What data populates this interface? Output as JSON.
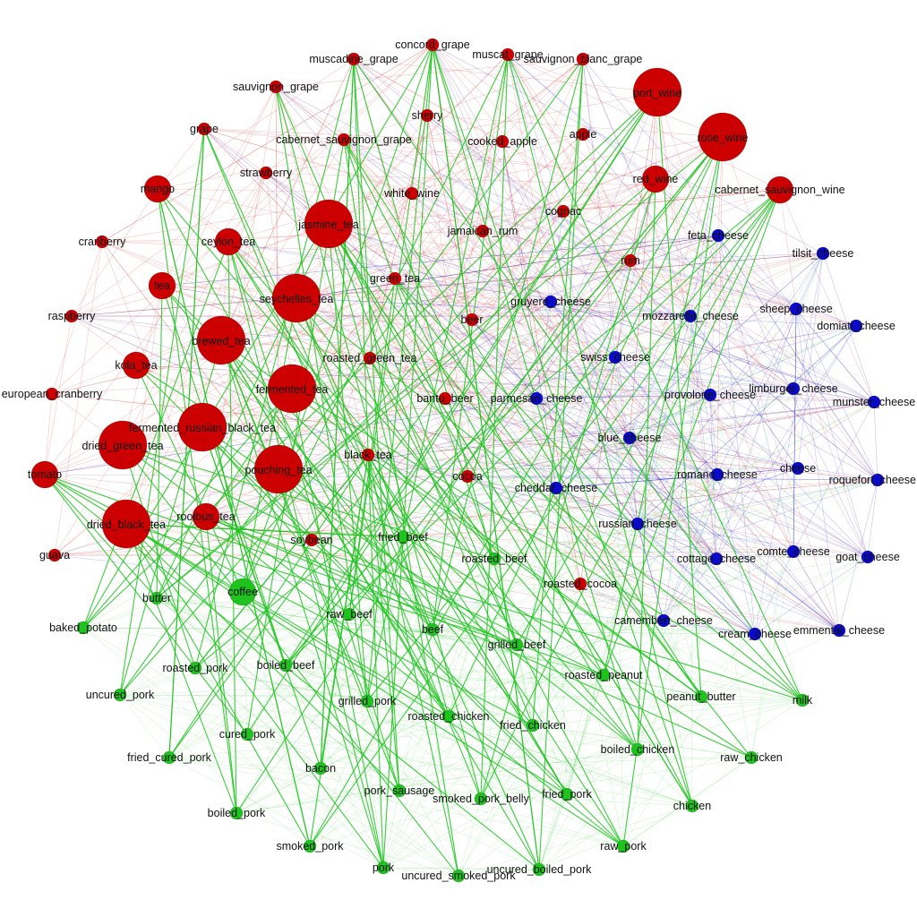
{
  "colors": {
    "fruit_tea_wine": "#cc0000",
    "meat": "#1ec31e",
    "cheese": "#0a0ac8"
  },
  "nodes": [
    {
      "id": "concord_grape",
      "group": "fruit_tea_wine",
      "size": "small"
    },
    {
      "id": "muscadine_grape",
      "group": "fruit_tea_wine",
      "size": "small"
    },
    {
      "id": "muscat_grape",
      "group": "fruit_tea_wine",
      "size": "small"
    },
    {
      "id": "sauvignon_blanc_grape",
      "group": "fruit_tea_wine",
      "size": "small"
    },
    {
      "id": "sauvignon_grape",
      "group": "fruit_tea_wine",
      "size": "small"
    },
    {
      "id": "port_wine",
      "group": "fruit_tea_wine",
      "size": "large"
    },
    {
      "id": "sherry",
      "group": "fruit_tea_wine",
      "size": "small"
    },
    {
      "id": "grape",
      "group": "fruit_tea_wine",
      "size": "small"
    },
    {
      "id": "cabernet_sauvignon_grape",
      "group": "fruit_tea_wine",
      "size": "small"
    },
    {
      "id": "cooked_apple",
      "group": "fruit_tea_wine",
      "size": "small"
    },
    {
      "id": "apple",
      "group": "fruit_tea_wine",
      "size": "small"
    },
    {
      "id": "rose_wine",
      "group": "fruit_tea_wine",
      "size": "large"
    },
    {
      "id": "strawberry",
      "group": "fruit_tea_wine",
      "size": "small"
    },
    {
      "id": "red_wine",
      "group": "fruit_tea_wine",
      "size": "medium"
    },
    {
      "id": "mango",
      "group": "fruit_tea_wine",
      "size": "medium"
    },
    {
      "id": "white_wine",
      "group": "fruit_tea_wine",
      "size": "small"
    },
    {
      "id": "cabernet_sauvignon_wine",
      "group": "fruit_tea_wine",
      "size": "medium"
    },
    {
      "id": "jasmine_tea",
      "group": "fruit_tea_wine",
      "size": "large"
    },
    {
      "id": "cognac",
      "group": "fruit_tea_wine",
      "size": "small"
    },
    {
      "id": "cranberry",
      "group": "fruit_tea_wine",
      "size": "small"
    },
    {
      "id": "ceylon_tea",
      "group": "fruit_tea_wine",
      "size": "medium"
    },
    {
      "id": "jamaican_rum",
      "group": "fruit_tea_wine",
      "size": "small"
    },
    {
      "id": "feta_cheese",
      "group": "cheese",
      "size": "small"
    },
    {
      "id": "tilsit_cheese",
      "group": "cheese",
      "size": "small"
    },
    {
      "id": "rum",
      "group": "fruit_tea_wine",
      "size": "small"
    },
    {
      "id": "tea",
      "group": "fruit_tea_wine",
      "size": "medium"
    },
    {
      "id": "green_tea",
      "group": "fruit_tea_wine",
      "size": "small"
    },
    {
      "id": "seychelles_tea",
      "group": "fruit_tea_wine",
      "size": "large"
    },
    {
      "id": "gruyere_cheese",
      "group": "cheese",
      "size": "small"
    },
    {
      "id": "sheep_cheese",
      "group": "cheese",
      "size": "small"
    },
    {
      "id": "raspberry",
      "group": "fruit_tea_wine",
      "size": "small"
    },
    {
      "id": "mozzarella_cheese",
      "group": "cheese",
      "size": "small"
    },
    {
      "id": "beer",
      "group": "fruit_tea_wine",
      "size": "small"
    },
    {
      "id": "domiati_cheese",
      "group": "cheese",
      "size": "small"
    },
    {
      "id": "brewed_tea",
      "group": "fruit_tea_wine",
      "size": "large"
    },
    {
      "id": "swiss_cheese",
      "group": "cheese",
      "size": "small"
    },
    {
      "id": "roasted_green_tea",
      "group": "fruit_tea_wine",
      "size": "small"
    },
    {
      "id": "kola_tea",
      "group": "fruit_tea_wine",
      "size": "medium"
    },
    {
      "id": "limburger_cheese",
      "group": "cheese",
      "size": "small"
    },
    {
      "id": "fermented_tea",
      "group": "fruit_tea_wine",
      "size": "large"
    },
    {
      "id": "provolone_cheese",
      "group": "cheese",
      "size": "small"
    },
    {
      "id": "european_cranberry",
      "group": "fruit_tea_wine",
      "size": "small"
    },
    {
      "id": "munster_cheese",
      "group": "cheese",
      "size": "small"
    },
    {
      "id": "bantu_beer",
      "group": "fruit_tea_wine",
      "size": "small"
    },
    {
      "id": "parmesan_cheese",
      "group": "cheese",
      "size": "small"
    },
    {
      "id": "fermented_russian_black_tea",
      "group": "fruit_tea_wine",
      "size": "large"
    },
    {
      "id": "blue_cheese",
      "group": "cheese",
      "size": "small"
    },
    {
      "id": "dried_green_tea",
      "group": "fruit_tea_wine",
      "size": "large"
    },
    {
      "id": "black_tea",
      "group": "fruit_tea_wine",
      "size": "small"
    },
    {
      "id": "cheese",
      "group": "cheese",
      "size": "small"
    },
    {
      "id": "tomato",
      "group": "fruit_tea_wine",
      "size": "medium"
    },
    {
      "id": "pouching_tea",
      "group": "fruit_tea_wine",
      "size": "large"
    },
    {
      "id": "romano_cheese",
      "group": "cheese",
      "size": "small"
    },
    {
      "id": "roquefort_cheese",
      "group": "cheese",
      "size": "small"
    },
    {
      "id": "cocoa",
      "group": "fruit_tea_wine",
      "size": "small"
    },
    {
      "id": "cheddar_cheese",
      "group": "cheese",
      "size": "small"
    },
    {
      "id": "dried_black_tea",
      "group": "fruit_tea_wine",
      "size": "large"
    },
    {
      "id": "rooibus_tea",
      "group": "fruit_tea_wine",
      "size": "medium"
    },
    {
      "id": "russian_cheese",
      "group": "cheese",
      "size": "small"
    },
    {
      "id": "soybean",
      "group": "fruit_tea_wine",
      "size": "small"
    },
    {
      "id": "fried_beef",
      "group": "meat",
      "size": "small"
    },
    {
      "id": "guava",
      "group": "fruit_tea_wine",
      "size": "small"
    },
    {
      "id": "comte_cheese",
      "group": "cheese",
      "size": "small"
    },
    {
      "id": "goat_cheese",
      "group": "cheese",
      "size": "small"
    },
    {
      "id": "roasted_beef",
      "group": "meat",
      "size": "small"
    },
    {
      "id": "cottage_cheese",
      "group": "cheese",
      "size": "small"
    },
    {
      "id": "roasted_cocoa",
      "group": "fruit_tea_wine",
      "size": "small"
    },
    {
      "id": "coffee",
      "group": "meat",
      "size": "medium"
    },
    {
      "id": "butter",
      "group": "meat",
      "size": "small"
    },
    {
      "id": "raw_beef",
      "group": "meat",
      "size": "small"
    },
    {
      "id": "camembert_cheese",
      "group": "cheese",
      "size": "small"
    },
    {
      "id": "baked_potato",
      "group": "meat",
      "size": "small"
    },
    {
      "id": "beef",
      "group": "meat",
      "size": "small"
    },
    {
      "id": "cream_cheese",
      "group": "cheese",
      "size": "small"
    },
    {
      "id": "emmental_cheese",
      "group": "cheese",
      "size": "small"
    },
    {
      "id": "grilled_beef",
      "group": "meat",
      "size": "small"
    },
    {
      "id": "roasted_pork",
      "group": "meat",
      "size": "small"
    },
    {
      "id": "boiled_beef",
      "group": "meat",
      "size": "small"
    },
    {
      "id": "roasted_peanut",
      "group": "meat",
      "size": "small"
    },
    {
      "id": "uncured_pork",
      "group": "meat",
      "size": "small"
    },
    {
      "id": "grilled_pork",
      "group": "meat",
      "size": "small"
    },
    {
      "id": "peanut_butter",
      "group": "meat",
      "size": "small"
    },
    {
      "id": "milk",
      "group": "meat",
      "size": "small"
    },
    {
      "id": "roasted_chicken",
      "group": "meat",
      "size": "small"
    },
    {
      "id": "fried_chicken",
      "group": "meat",
      "size": "small"
    },
    {
      "id": "cured_pork",
      "group": "meat",
      "size": "small"
    },
    {
      "id": "boiled_chicken",
      "group": "meat",
      "size": "small"
    },
    {
      "id": "fried_cured_pork",
      "group": "meat",
      "size": "small"
    },
    {
      "id": "raw_chicken",
      "group": "meat",
      "size": "small"
    },
    {
      "id": "bacon",
      "group": "meat",
      "size": "small"
    },
    {
      "id": "pork_sausage",
      "group": "meat",
      "size": "small"
    },
    {
      "id": "smoked_pork_belly",
      "group": "meat",
      "size": "small"
    },
    {
      "id": "fried_pork",
      "group": "meat",
      "size": "small"
    },
    {
      "id": "boiled_pork",
      "group": "meat",
      "size": "small"
    },
    {
      "id": "chicken",
      "group": "meat",
      "size": "small"
    },
    {
      "id": "smoked_pork",
      "group": "meat",
      "size": "small"
    },
    {
      "id": "raw_pork",
      "group": "meat",
      "size": "small"
    },
    {
      "id": "pork",
      "group": "meat",
      "size": "small"
    },
    {
      "id": "uncured_smoked_pork",
      "group": "meat",
      "size": "small"
    },
    {
      "id": "uncured_boiled_pork",
      "group": "meat",
      "size": "small"
    }
  ]
}
